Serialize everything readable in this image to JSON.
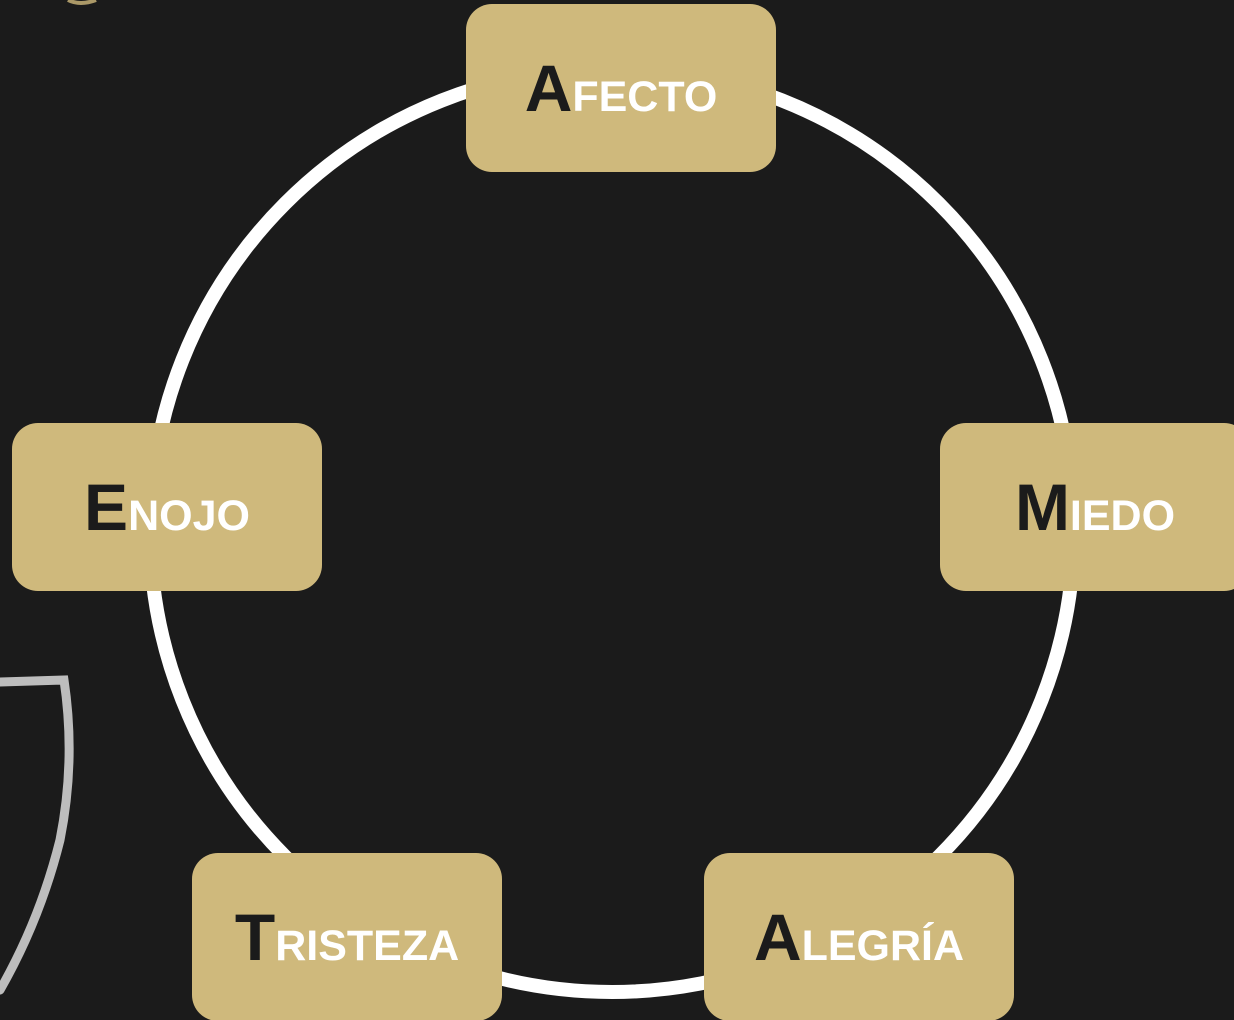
{
  "diagram": {
    "nodes": [
      {
        "id": "afecto",
        "first": "A",
        "rest": "FECTO"
      },
      {
        "id": "miedo",
        "first": "M",
        "rest": "IEDO"
      },
      {
        "id": "alegria",
        "first": "A",
        "rest": "LEGRÍA"
      },
      {
        "id": "tristeza",
        "first": "T",
        "rest": "RISTEZA"
      },
      {
        "id": "enojo",
        "first": "E",
        "rest": "NOJO"
      }
    ]
  },
  "colors": {
    "background": "#1b1b1b",
    "node_fill": "#cfb97c",
    "ring": "#ffffff",
    "initial_letter": "#1b1b1b",
    "rest_letters": "#ffffff",
    "decor_stroke": "#bdbdbd"
  }
}
